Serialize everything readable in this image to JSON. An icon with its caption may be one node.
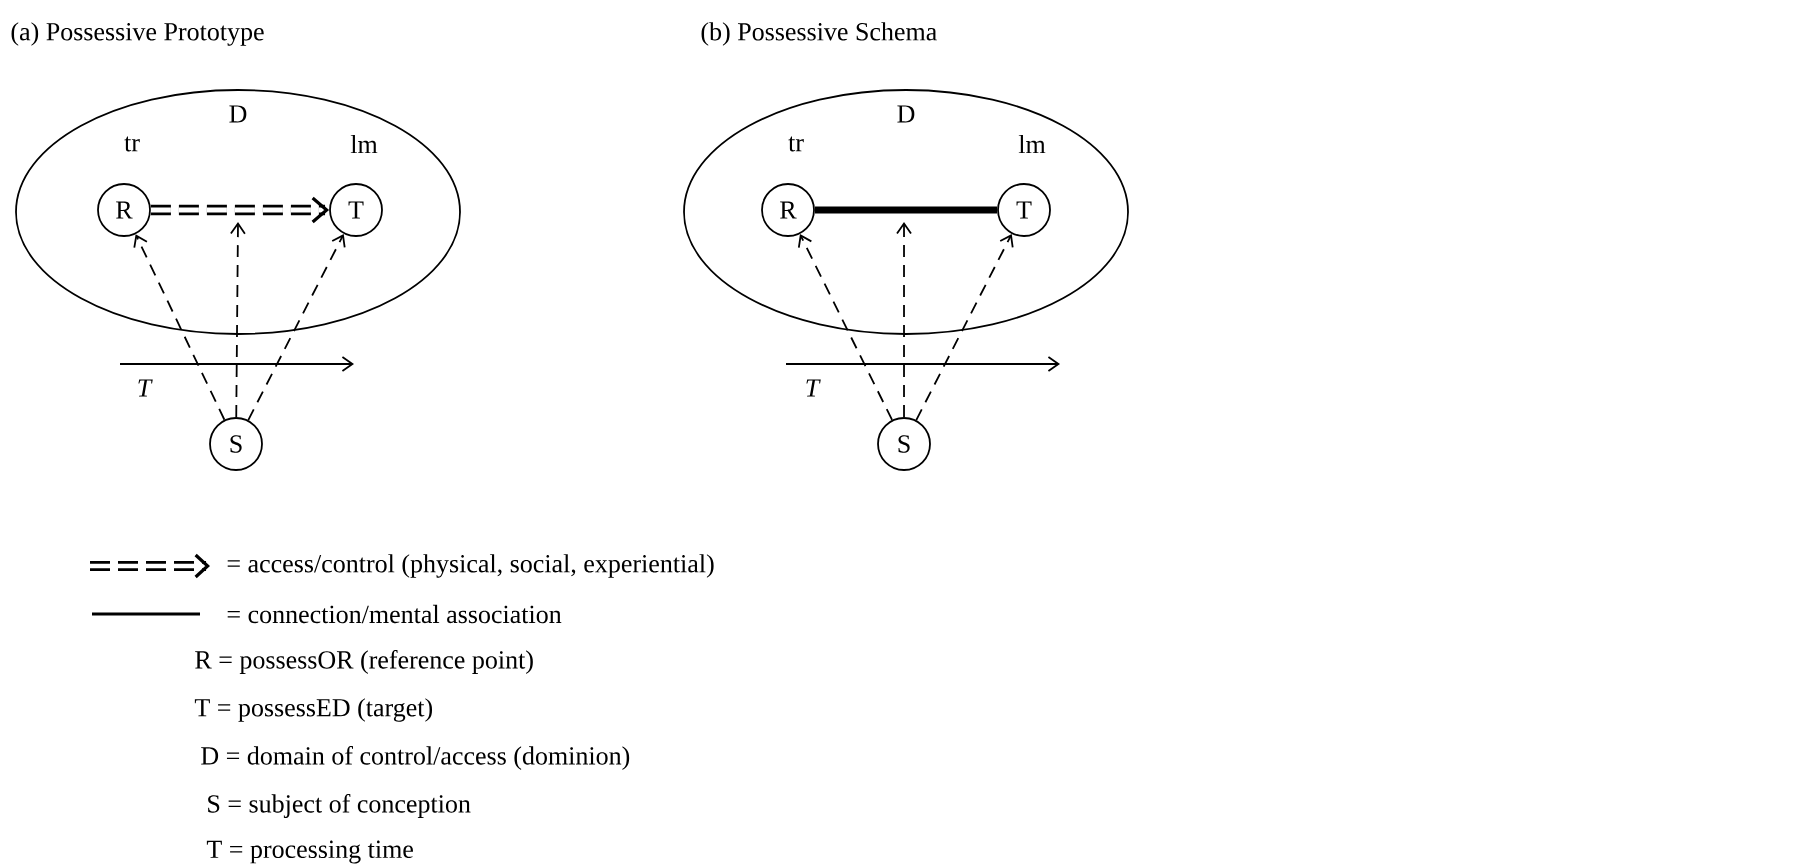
{
  "diagram": {
    "nodes": [
      {
        "text": [
          "D"
        ]
      },
      {
        "text": [
          "R"
        ],
        "in": 0,
        "beside": [
          "tr"
        ]
      },
      {
        "text": [
          "T"
        ],
        "in": 0,
        "beside": [
          "lm"
        ]
      },
      {
        "text": [
          "S"
        ]
      },
      {
        "text": [
          "D"
        ]
      },
      {
        "text": [
          "R"
        ],
        "in": 4,
        "beside": [
          "tr"
        ]
      },
      {
        "text": [
          "T"
        ],
        "in": 4,
        "beside": [
          "lm"
        ]
      },
      {
        "text": [
          "S"
        ]
      }
    ],
    "edges": [
      {
        "from": 1,
        "to": 2,
        "arrow": "to",
        "style": "dashed"
      },
      {
        "from": 3,
        "to": 1,
        "arrow": "to",
        "style": "dashed"
      },
      {
        "from": 3,
        "to": null,
        "arrow": "to",
        "style": "dashed"
      },
      {
        "from": 3,
        "to": 2,
        "arrow": "to",
        "style": "dashed"
      },
      {
        "from": 5,
        "to": 6,
        "arrow": "none",
        "style": "thick"
      },
      {
        "from": 7,
        "to": 5,
        "arrow": "to",
        "style": "dashed"
      },
      {
        "from": 7,
        "to": null,
        "arrow": "to",
        "style": "dashed"
      },
      {
        "from": 7,
        "to": 6,
        "arrow": "to",
        "style": "dashed"
      }
    ],
    "labels": [
      "(a) Possessive Prototype",
      "(b) Possessive Schema",
      "T",
      "T",
      "R = possessOR (reference point)",
      "T = possessED (target)",
      "D = domain of control/access (dominion)",
      "S = subject of conception",
      "T = processing time"
    ],
    "legend": [
      {
        "text": "= access/control (physical, social, experiential)"
      },
      {
        "text": "= connection/mental association"
      }
    ]
  }
}
